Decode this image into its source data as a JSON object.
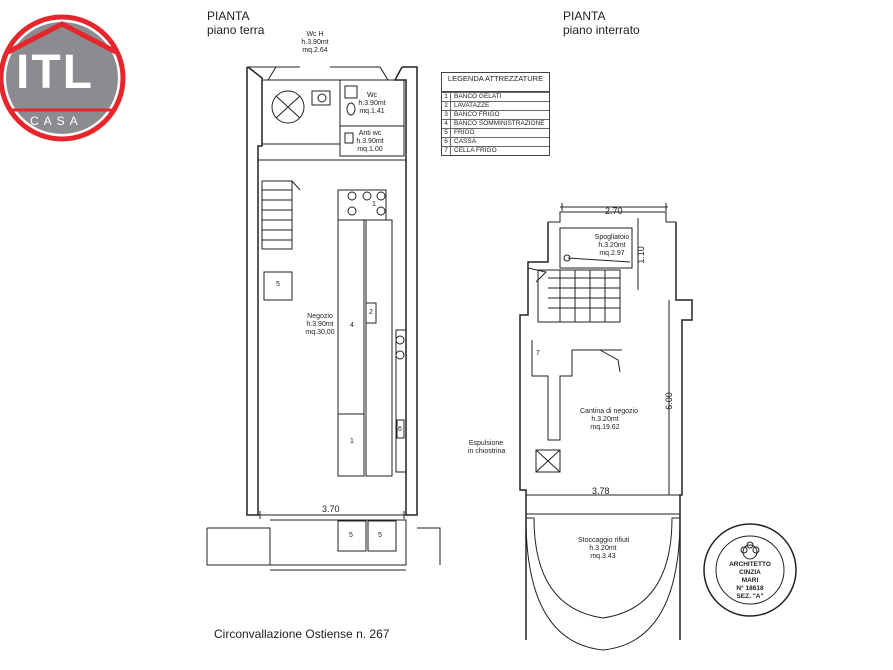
{
  "logo": {
    "mark": "ITL",
    "word": "CASA",
    "colors": {
      "ring": "#e6262d",
      "fill": "#8a8c8f"
    }
  },
  "plan_ground": {
    "title": "PIANTA",
    "subtitle": "piano terra",
    "rooms": [
      {
        "name": "Wc H",
        "height": "h.3.90mt",
        "area": "mq.2.64"
      },
      {
        "name": "Wc",
        "height": "h.3.90mt",
        "area": "mq.1.41"
      },
      {
        "name": "Anti wc",
        "height": "h.3.90mt",
        "area": "mq.1.00"
      },
      {
        "name": "Negozio",
        "height": "h.3.90mt",
        "area": "mq.30,00"
      }
    ],
    "width_dim": "3.70",
    "item_numbers": [
      "1",
      "2",
      "4",
      "5",
      "1",
      "6",
      "5",
      "5"
    ]
  },
  "plan_basement": {
    "title": "PIANTA",
    "subtitle": "piano interrato",
    "rooms": [
      {
        "name": "Spogliatoio",
        "height": "h.3.20mt",
        "area": "mq.2.97"
      },
      {
        "name": "Cantina di negozio",
        "height": "h.3.20mt",
        "area": "mq.19.62"
      },
      {
        "name": "Stoccaggio rifiuti",
        "height": "h.3.20mt",
        "area": "mq.3.43"
      }
    ],
    "dims": {
      "top": "2.70",
      "side": "1.10",
      "height": "6.00",
      "bottom": "3.78"
    },
    "note": [
      "Espulsione",
      "in chiostrina"
    ],
    "item_number": "7"
  },
  "legend": {
    "title": "LEGENDA ATTREZZATURE",
    "items": [
      {
        "n": "1",
        "label": "BANCO GELATI"
      },
      {
        "n": "2",
        "label": "LAVATAZZE"
      },
      {
        "n": "3",
        "label": "BANCO FRIGO"
      },
      {
        "n": "4",
        "label": "BANCO SOMMINISTRAZIONE"
      },
      {
        "n": "5",
        "label": "FRIGO"
      },
      {
        "n": "6",
        "label": "CASSA"
      },
      {
        "n": "7",
        "label": "CELLA FRIGO"
      }
    ]
  },
  "address": "Circonvallazione Ostiense n. 267",
  "stamp": {
    "lines": [
      "ARCHITETTO",
      "CINZIA",
      "MARI",
      "N° 18618",
      "SEZ. \"A\""
    ]
  }
}
